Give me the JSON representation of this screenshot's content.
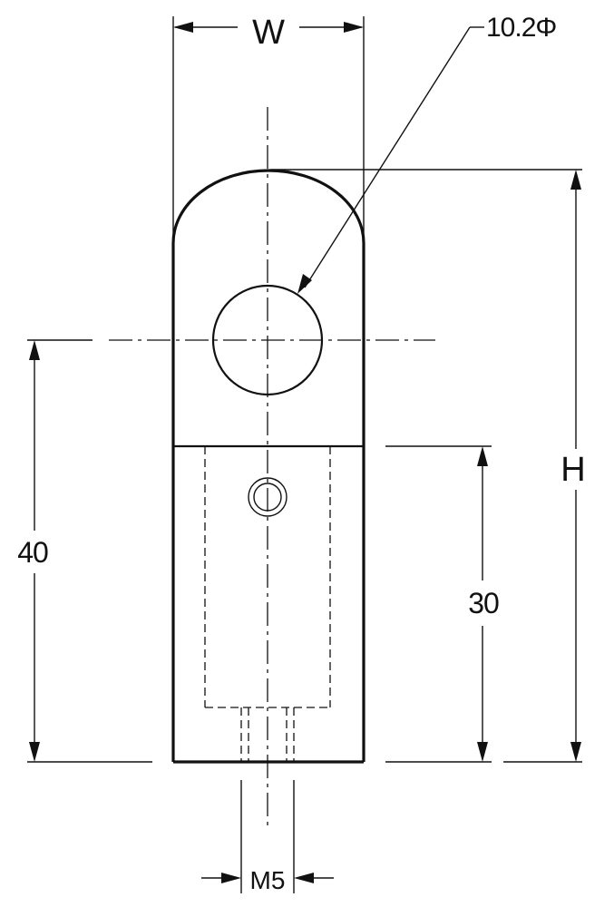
{
  "drawing": {
    "dim_width_label": "W",
    "dim_height_label": "H",
    "dim_hole_label": "10.2Φ",
    "dim_40_label": "40",
    "dim_30_label": "30",
    "dim_thread_label": "M5"
  }
}
